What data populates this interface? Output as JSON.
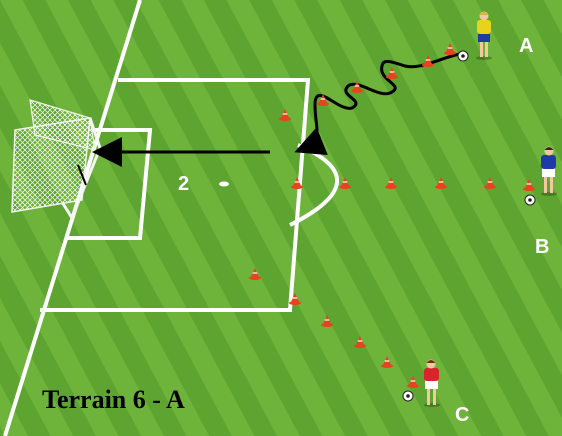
{
  "caption": "Terrain 6 - A",
  "zone_number": "2",
  "players": [
    {
      "label": "A",
      "shirt_color": "#e8d21a",
      "shorts_color": "#1a3f9c"
    },
    {
      "label": "B",
      "shirt_color": "#1f3aa8",
      "shorts_color": "#ffffff"
    },
    {
      "label": "C",
      "shirt_color": "#d8242a",
      "shorts_color": "#ffffff"
    }
  ],
  "colors": {
    "grass_light": "#6fb43a",
    "grass_dark": "#5ea431",
    "lines": "#ffffff",
    "cone": "#e8431c",
    "path": "#000000"
  }
}
